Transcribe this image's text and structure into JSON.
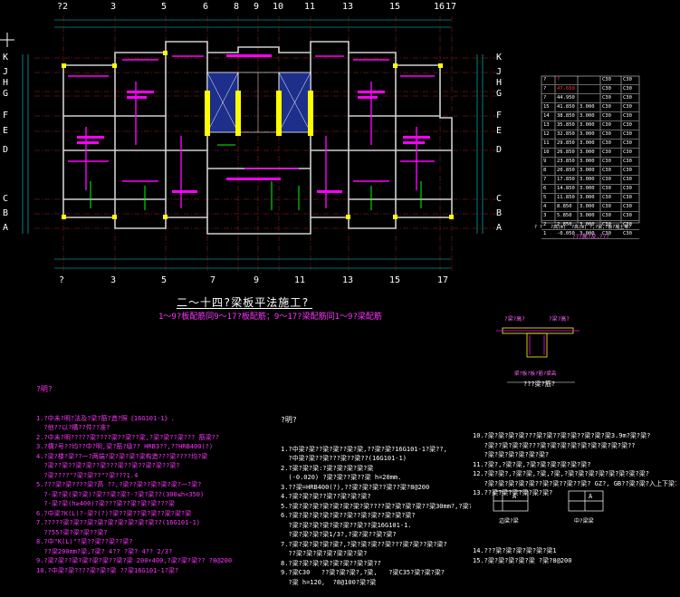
{
  "axes": {
    "top": [
      "?2",
      "3",
      "5",
      "6",
      "8",
      "9",
      "10",
      "11",
      "13",
      "15",
      "16",
      "17"
    ],
    "bottom": [
      "?",
      "3",
      "5",
      "7",
      "9",
      "11",
      "13",
      "15",
      "17"
    ],
    "left": [
      "K",
      "J",
      "H",
      "G",
      "F",
      "E",
      "D",
      "C",
      "B",
      "A"
    ],
    "right": [
      "K",
      "J",
      "H",
      "G",
      "F",
      "E",
      "D",
      "C",
      "B",
      "A"
    ]
  },
  "titles": {
    "main": "二～十四?梁板平法施工?",
    "sub": "1～9?板配筋同9～17?板配筋；9～17?梁配筋同1～9?梁配筋"
  },
  "level_table": {
    "rows": [
      [
        "?",
        "?",
        "",
        "C30",
        "C30"
      ],
      [
        "?",
        "47.650",
        "",
        "C30",
        "C30"
      ],
      [
        "?",
        "44.950",
        "",
        "C30",
        "C30"
      ],
      [
        "15",
        "41.850",
        "3.000",
        "C30",
        "C30"
      ],
      [
        "14",
        "38.850",
        "3.000",
        "C30",
        "C30"
      ],
      [
        "13",
        "35.850",
        "3.000",
        "C30",
        "C30"
      ],
      [
        "12",
        "32.850",
        "3.000",
        "C30",
        "C30"
      ],
      [
        "11",
        "29.850",
        "3.000",
        "C30",
        "C30"
      ],
      [
        "10",
        "26.850",
        "3.000",
        "C30",
        "C30"
      ],
      [
        "9",
        "23.850",
        "3.000",
        "C30",
        "C30"
      ],
      [
        "8",
        "20.850",
        "3.000",
        "C30",
        "C30"
      ],
      [
        "7",
        "17.850",
        "3.000",
        "C30",
        "C30"
      ],
      [
        "6",
        "14.850",
        "3.000",
        "C30",
        "C30"
      ],
      [
        "5",
        "11.850",
        "3.000",
        "C30",
        "C30"
      ],
      [
        "4",
        "8.850",
        "3.000",
        "C30",
        "C30"
      ],
      [
        "3",
        "5.850",
        "3.000",
        "C30",
        "C30"
      ],
      [
        "2",
        "2.850",
        "3.000",
        "C30",
        "C30"
      ],
      [
        "1",
        "-0.050",
        "3.000",
        "C30",
        "C30"
      ]
    ],
    "footer": "? ?   ?高(m)  ?高(m) ?,?梁,?板?凝土等?",
    "caption": "???高?及,???"
  },
  "detail": {
    "label1": "?梁?高?",
    "caption": "???梁?筋?",
    "note": "梁?板?板?筋?梁高",
    "label2": "?梁?高?"
  },
  "left_notes": {
    "heading": "?明?",
    "lines": [
      "1.?中未?明?法及?梁?筋?造?照《16G101-1》.",
      "  ?他??以?構??件??准?",
      "2.?中未?明?????梁????梁??梁??梁,?梁?梁??梁??? 筋梁??",
      "3.?構?号??均??中?明,梁?筋?级?? HRB3??,??HRB400(?)",
      "4.?梁?楼?梁??一?两端?梁?梁?梁?梁构造???梁????均?梁",
      "  ?梁??梁??梁?梁??梁???梁??梁??梁?梁??梁?",
      "  ?梁????\"?梁?梁??\"?梁???1.4",
      "5.???梁?梁????梁?高 ??,?梁??梁??梁?梁?梁?一?梁?",
      "  ?-梁?梁(梁?梁)?梁??梁?梁?-?梁?梁??(300≤h<350)",
      "  ?-梁?梁(h≥400)?梁???梁??梁?梁?梁???梁",
      "6.?中梁?K(L)?-梁?(?)?梁??梁??梁?梁??梁?梁?梁",
      "7.?????梁?梁??梁?梁?梁?梁?梁?梁?梁??(16G101-1)",
      "  ??55?梁?梁?梁??梁?",
      "8.?中\"K(L)\"?梁??梁??梁??梁?",
      "  ??梁200mm?梁,?梁? 4?? ?梁? 4?? 2/3?",
      "9.?梁?梁??梁?梁?梁?梁??梁?梁 200×400,?梁?梁?梁?? ?8@200",
      "10.?中梁?梁????梁?梁?梁 ??梁16G101-1?梁?"
    ]
  },
  "mid_notes": {
    "heading": "?明?",
    "lines": [
      "1.?中梁?梁??梁?梁??梁?梁,??梁?梁?16G101-1?梁??,",
      "  ?中梁?梁??梁???梁??梁??(16G101-1)",
      "2.?梁?梁?梁:?梁?梁?梁?梁?梁",
      "  (-0.020) ?梁?梁??梁??梁 h=20mm.",
      "3.??梁=HRB400(?),??梁?梁?梁??梁??梁?8@200",
      "4.?梁?梁?梁??梁??梁?梁?梁?",
      "5.?梁?梁?梁?梁?梁?梁?梁?梁????梁?梁?梁?梁??梁30mm?,?梁?梁?",
      "6.?梁?梁?梁?梁?梁??梁??梁?梁??梁?梁?梁?",
      "  ?梁?梁?梁?梁?梁?梁??梁??梁16G101-1.",
      "  ?梁?梁?梁?梁1/3?,?梁?梁??梁?梁?",
      "7.?梁?梁?梁?梁?梁?,?梁?梁?梁??梁???梁?梁??梁?梁?",
      "  ??梁?梁?梁?梁?梁?梁?梁?",
      "8.?梁?梁?梁?梁?梁?梁??梁?梁??",
      "9.?梁C30   ??梁?梁?梁?,?梁,   ?梁C35?梁?梁?梁?",
      "  ?梁 h=120,  ?8@100?梁?梁"
    ]
  },
  "right_notes": {
    "lines": [
      "10.?梁?梁?梁?梁???梁?梁??梁?梁??梁?梁?梁3.9m?梁?梁?",
      "   ?梁??梁?梁?梁???梁?梁?梁?梁?梁?梁?梁?梁?梁??",
      "   ?梁?梁?梁?梁?梁?梁?",
      "11.?梁?,?梁?梁,?梁?梁?梁?梁?梁?梁?",
      "12.?梁?梁?,?梁?梁,?梁,?梁,?梁?梁?梁?梁?梁?梁?梁?梁?",
      "   ?梁?梁?梁?梁?梁??梁?梁??梁??梁? GZ?, GB??梁?梁?入上下梁?内?",
      "13.??梁?梁?梁?梁?梁?梁?"
    ],
    "detail_left": "边梁?梁",
    "detail_right": "中?梁梁",
    "mark_a": "A",
    "bottom_lines": [
      "14.???梁?梁?梁?梁?梁?梁1",
      "15.?梁?梁?梁?梁?梁 ?梁?8@200"
    ]
  }
}
